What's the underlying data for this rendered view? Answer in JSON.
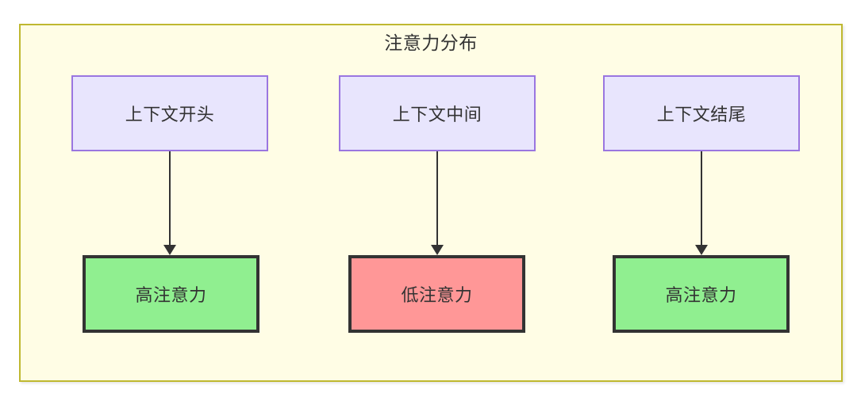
{
  "diagram": {
    "title": "注意力分布",
    "background_color": "#ffffff",
    "container": {
      "fill": "#fffde5",
      "border_color": "#bfb830"
    },
    "colors": {
      "context_fill": "#e8e5fd",
      "context_border": "#9a76e0",
      "high_attention_fill": "#90ef90",
      "low_attention_fill": "#ff9797",
      "node_border_dark": "#333333",
      "edge": "#333333"
    },
    "columns": [
      {
        "id": "col-start",
        "source": {
          "id": "context-start",
          "label": "上下文开头",
          "type": "context"
        },
        "target": {
          "id": "attention-start",
          "label": "高注意力",
          "type": "high-attention"
        }
      },
      {
        "id": "col-middle",
        "source": {
          "id": "context-middle",
          "label": "上下文中间",
          "type": "context"
        },
        "target": {
          "id": "attention-middle",
          "label": "低注意力",
          "type": "low-attention"
        }
      },
      {
        "id": "col-end",
        "source": {
          "id": "context-end",
          "label": "上下文结尾",
          "type": "context"
        },
        "target": {
          "id": "attention-end",
          "label": "高注意力",
          "type": "high-attention"
        }
      }
    ]
  }
}
